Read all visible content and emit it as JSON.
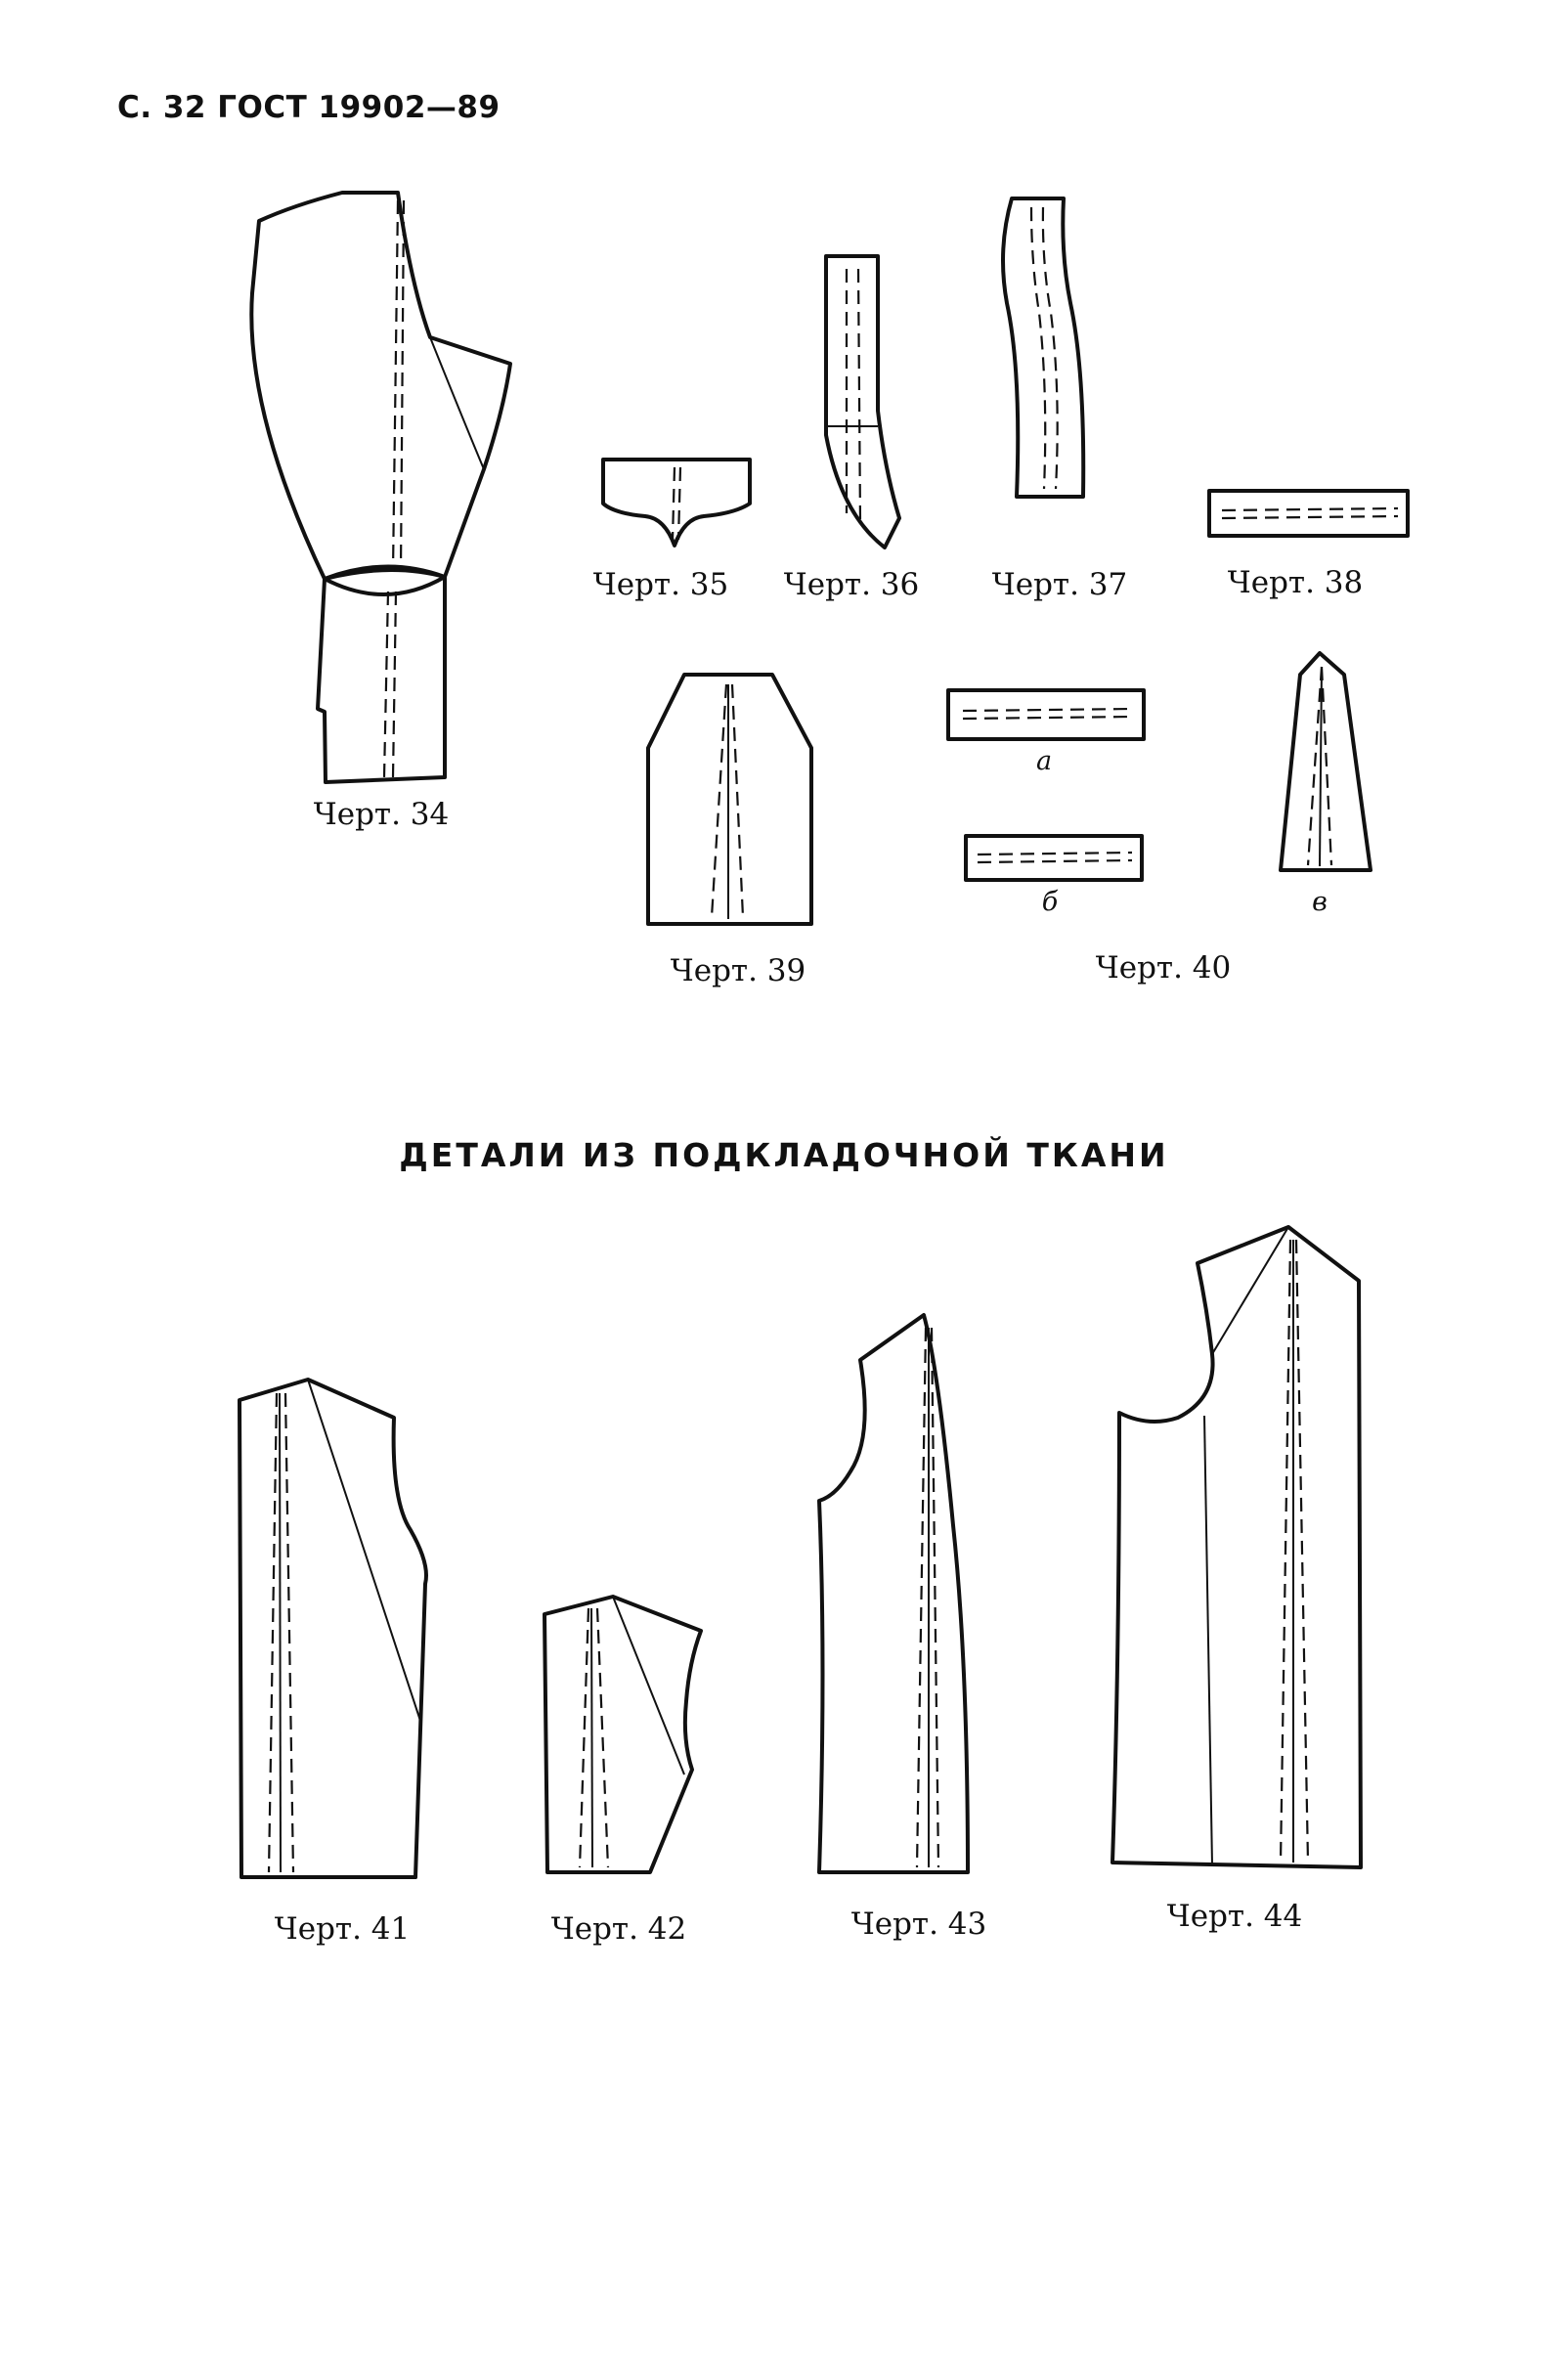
{
  "header": {
    "text": "С. 32 ГОСТ 19902—89"
  },
  "section_title": "ДЕТАЛИ ИЗ ПОДКЛАДОЧНОЙ ТКАНИ",
  "captions": {
    "fig34": "Черт. 34",
    "fig35": "Черт. 35",
    "fig36": "Черт. 36",
    "fig37": "Черт. 37",
    "fig38": "Черт. 38",
    "fig39": "Черт. 39",
    "fig40": "Черт. 40",
    "fig41": "Черт. 41",
    "fig42": "Черт. 42",
    "fig43": "Черт. 43",
    "fig44": "Черт. 44"
  },
  "fig40_parts": {
    "a": "а",
    "b": "б",
    "c": "в"
  }
}
